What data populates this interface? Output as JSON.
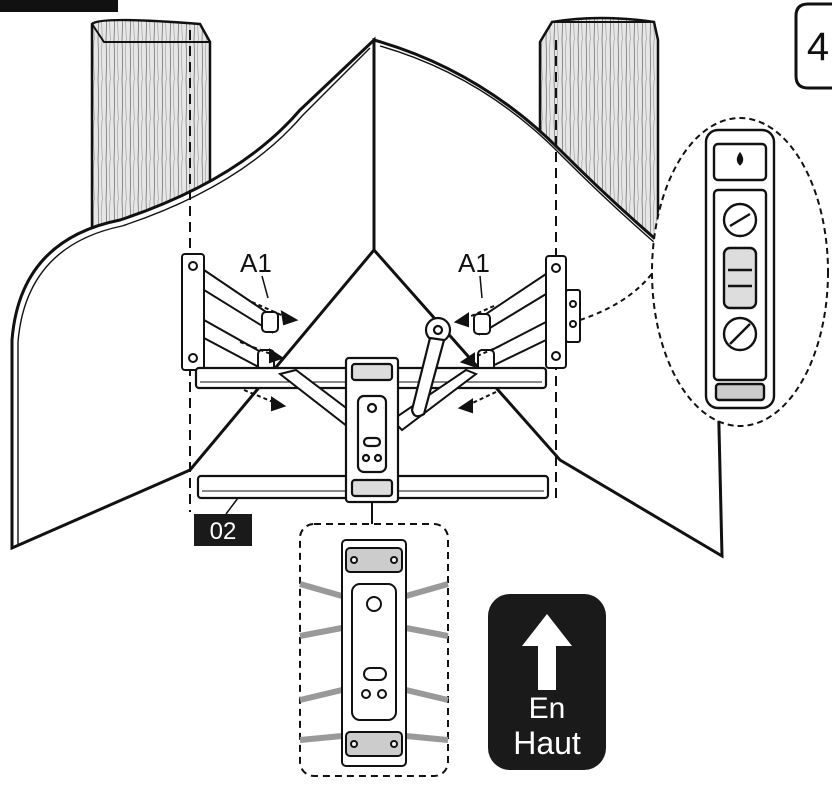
{
  "labels": {
    "screw_left": "A1",
    "screw_right": "A1",
    "step_part": "02",
    "step_number": "4"
  },
  "up_sign": {
    "line1": "En",
    "line2": "Haut",
    "icon": "arrow-up-icon"
  },
  "colors": {
    "ink": "#111111",
    "wall": "#ffffff",
    "wood": "#e4e4e4",
    "badge": "#1a1a1a",
    "badge_text": "#ffffff"
  }
}
